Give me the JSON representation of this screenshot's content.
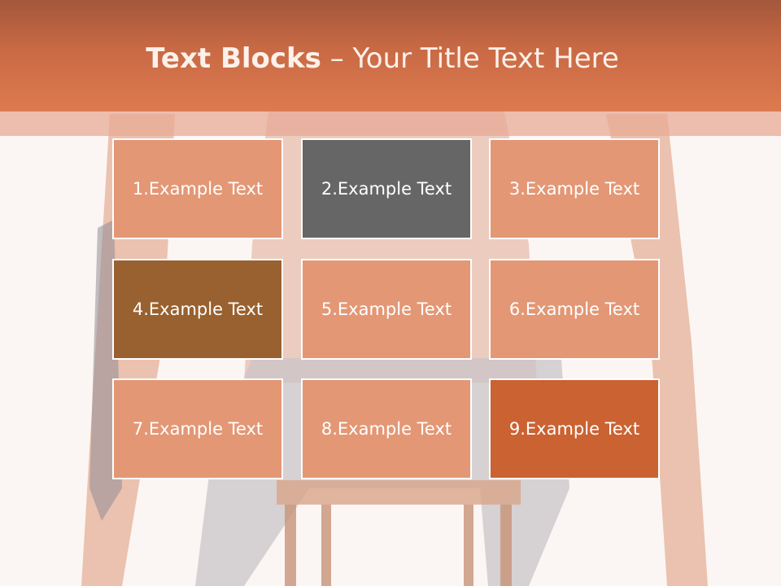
{
  "title": {
    "bold": "Text Blocks",
    "dash": " – ",
    "rest": "Your Title Text Here"
  },
  "blocks": [
    {
      "label": "1.Example Text",
      "color": "#e39775"
    },
    {
      "label": "2.Example Text",
      "color": "#666666"
    },
    {
      "label": "3.Example Text",
      "color": "#e39775"
    },
    {
      "label": "4.Example Text",
      "color": "#99612f"
    },
    {
      "label": "5.Example Text",
      "color": "#e39775"
    },
    {
      "label": "6.Example Text",
      "color": "#e39775"
    },
    {
      "label": "7.Example Text",
      "color": "#e39775"
    },
    {
      "label": "8.Example Text",
      "color": "#e39775"
    },
    {
      "label": "9.Example Text",
      "color": "#cb6232"
    }
  ],
  "colors": {
    "header": "#d4744a",
    "background": "#fbf6f3"
  }
}
